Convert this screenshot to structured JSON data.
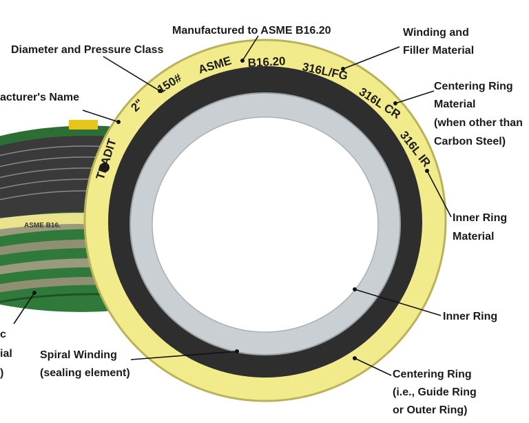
{
  "colors": {
    "centering_ring": "#f2eb8c",
    "winding_dark": "#2e2e2e",
    "inner_ring": "#c9cfd3",
    "band_green": "#2f7a3a",
    "band_grey": "#9a9a7c",
    "insert_yellow": "#e6c61c"
  },
  "ring_text": {
    "brand": "TEADIT",
    "size": "2\"",
    "class": "150#",
    "standard": "ASME",
    "spec": "B16.20",
    "winding": "316L/FG",
    "centering": "316L CR",
    "inner": "316L IR"
  },
  "back_gasket_text": "ASME   B16.",
  "labels": {
    "manufactured": "Manufactured to ASME B16.20",
    "diameter": "Diameter and Pressure Class",
    "manufacturer": "acturer's Name",
    "winding_filler": [
      "Winding and",
      "Filler Material"
    ],
    "centering_material": [
      "Centering Ring",
      "Material",
      "(when other than",
      "Carbon Steel)"
    ],
    "inner_ring_material": [
      "Inner Ring",
      "Material"
    ],
    "inner_ring": "Inner Ring",
    "spiral_winding": [
      "Spiral Winding",
      "(sealing element)"
    ],
    "centering_ring": [
      "Centering Ring",
      "(i.e., Guide Ring",
      "or Outer Ring)"
    ],
    "left_fragment": [
      "c",
      "ial",
      ")"
    ]
  }
}
